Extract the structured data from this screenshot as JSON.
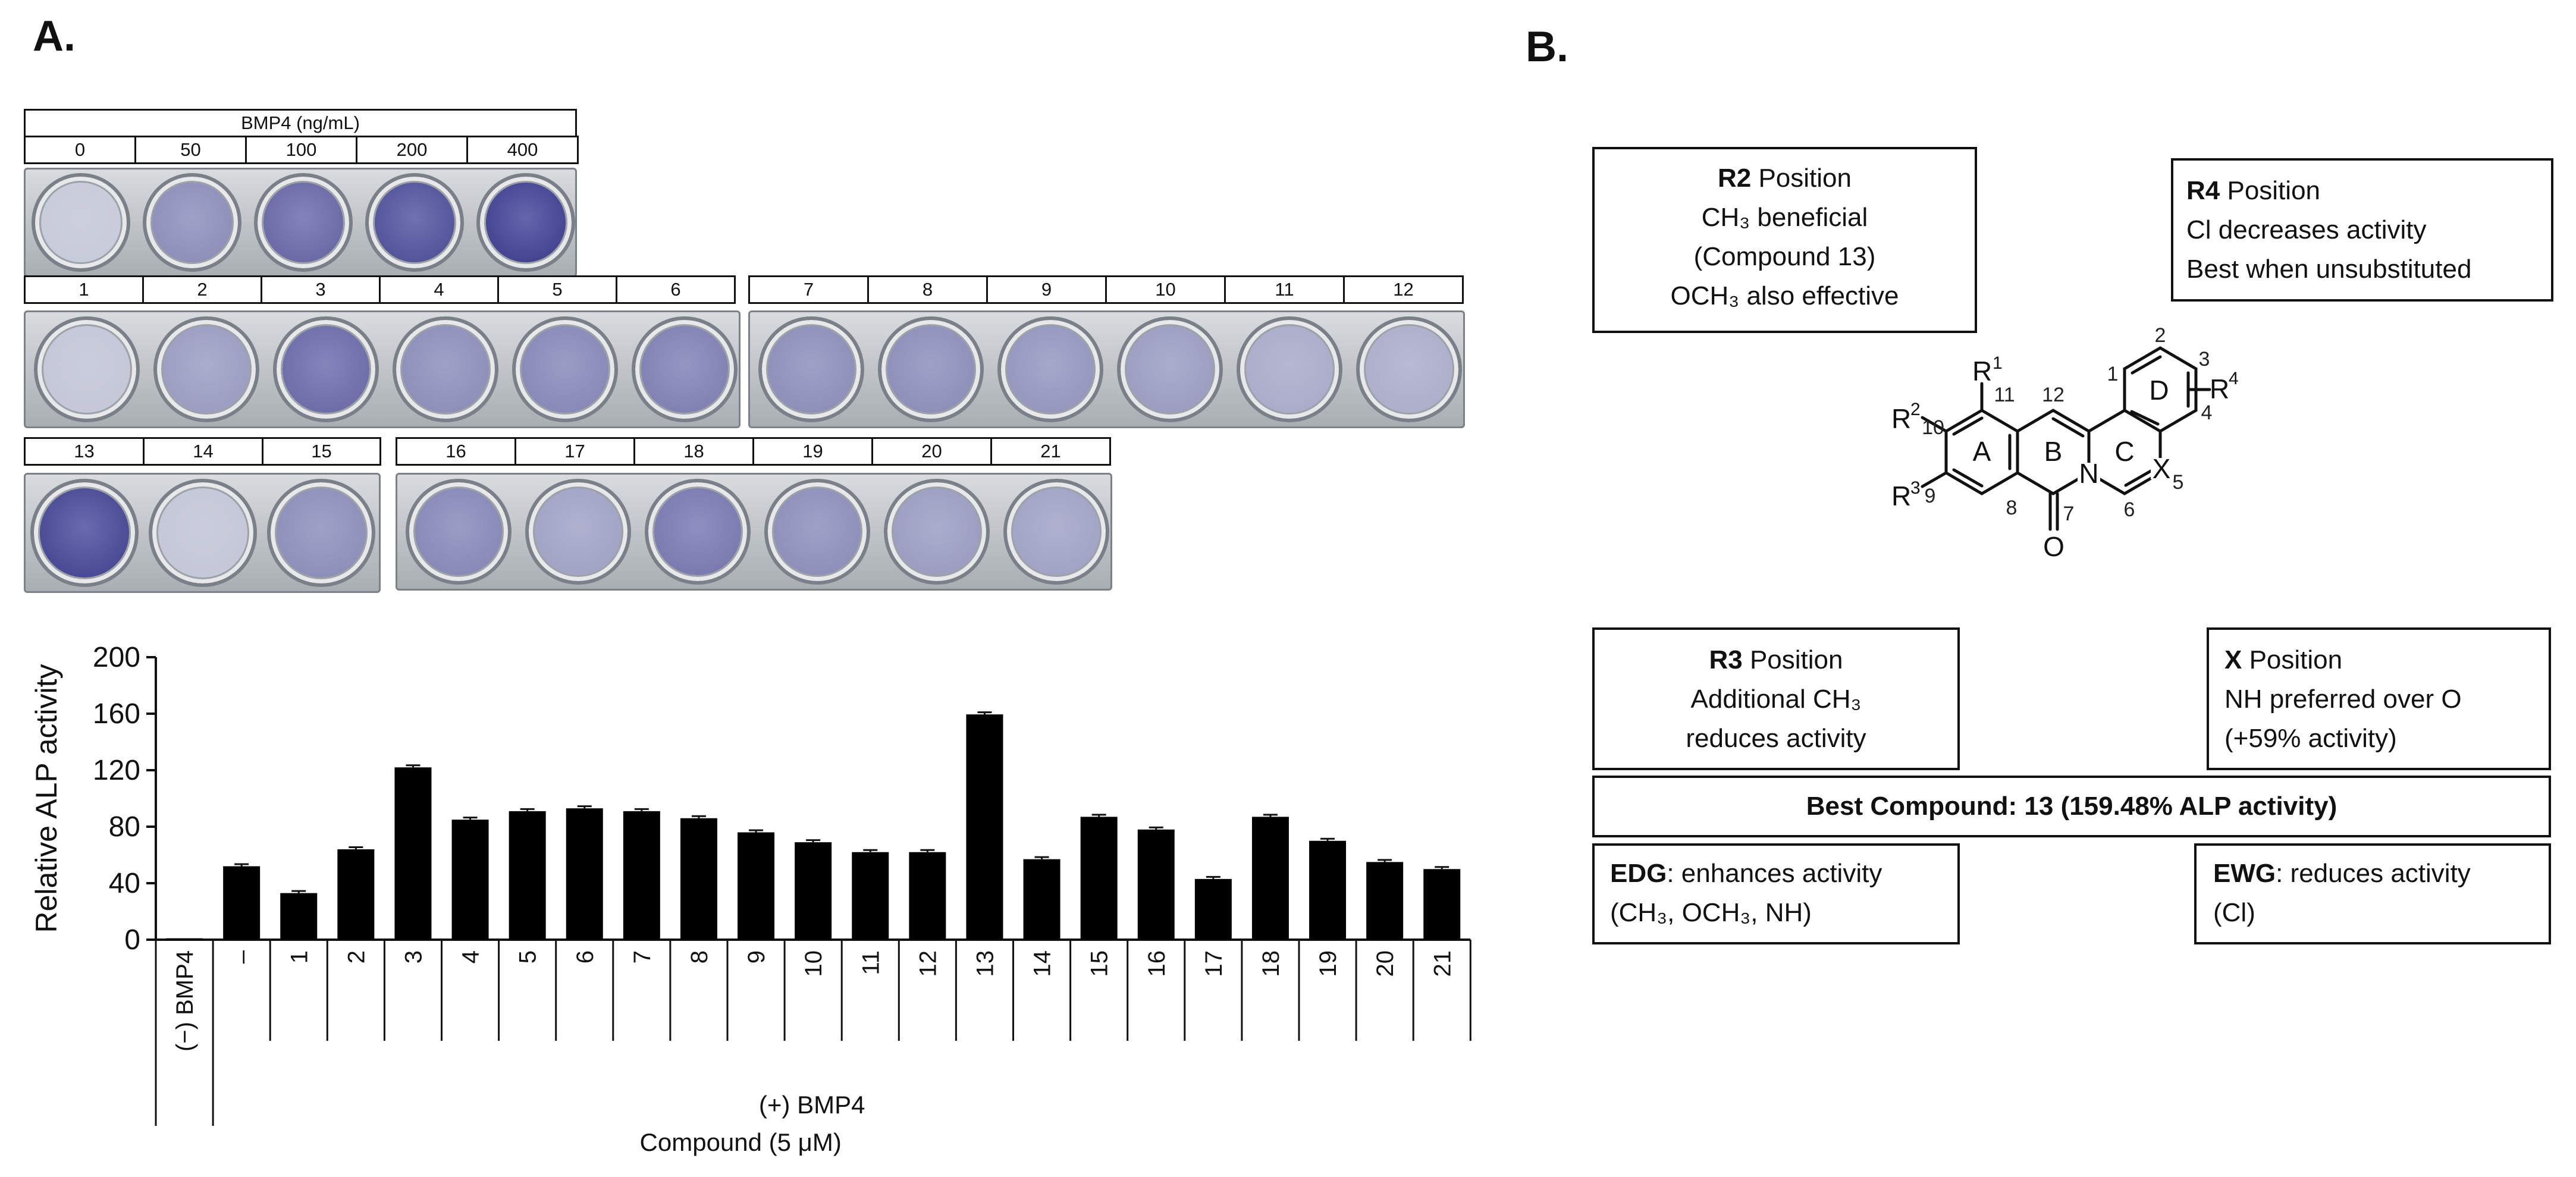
{
  "panel_a": {
    "label": "A.",
    "bmp4_header": "BMP4 (ng/mL)",
    "dose_labels": [
      "0",
      "50",
      "100",
      "200",
      "400"
    ],
    "dose_well_intensity": [
      0.02,
      0.45,
      0.72,
      0.88,
      1.0
    ],
    "row1_labels": [
      "1",
      "2",
      "3",
      "4",
      "5",
      "6"
    ],
    "row1_well_intensity": [
      0.05,
      0.35,
      0.7,
      0.45,
      0.5,
      0.55
    ],
    "row2_labels": [
      "7",
      "8",
      "9",
      "10",
      "11",
      "12"
    ],
    "row2_well_intensity": [
      0.45,
      0.45,
      0.4,
      0.35,
      0.25,
      0.22
    ],
    "row3_labels": [
      "13",
      "14",
      "15"
    ],
    "row3_well_intensity": [
      0.95,
      0.05,
      0.45
    ],
    "row4_labels": [
      "16",
      "17",
      "18",
      "19",
      "20",
      "21"
    ],
    "row4_well_intensity": [
      0.5,
      0.3,
      0.6,
      0.45,
      0.35,
      0.3
    ],
    "well_color": "#4a4aa0",
    "xgroup_plus": "(+) BMP4",
    "xgroup_compound": "Compound  (5 μM)"
  },
  "chart_data": {
    "type": "bar",
    "ylabel": "Relative ALP activity",
    "ylim": [
      0,
      200
    ],
    "yticks": [
      "0",
      "40",
      "80",
      "120",
      "160",
      "200"
    ],
    "categories": [
      "(−) BMP4",
      "–",
      "1",
      "2",
      "3",
      "4",
      "5",
      "6",
      "7",
      "8",
      "9",
      "10",
      "11",
      "12",
      "13",
      "14",
      "15",
      "16",
      "17",
      "18",
      "19",
      "20",
      "21"
    ],
    "values": [
      1,
      52,
      33,
      64,
      122,
      85,
      91,
      93,
      91,
      86,
      76,
      69,
      62,
      62,
      159.5,
      57,
      87,
      78,
      43,
      87,
      70,
      55,
      50
    ],
    "errors": [
      0,
      1.5,
      1.5,
      1.5,
      1.5,
      1.5,
      1.5,
      1.5,
      1.5,
      1.5,
      1.5,
      1.5,
      1.5,
      1.5,
      1.5,
      1.5,
      1.5,
      1.5,
      1.5,
      1.5,
      1.5,
      1.5,
      1.5
    ],
    "bar_color": "#000000",
    "grid": false
  },
  "panel_b": {
    "label": "B.",
    "r2_box": {
      "head": "R2",
      "head_rest": " Position",
      "l1": "CH₃ beneficial",
      "l2": "(Compound 13)",
      "l3": "OCH₃ also effective"
    },
    "r4_box": {
      "head": "R4",
      "head_rest": " Position",
      "l1": "Cl decreases activity",
      "l2": "Best when unsubstituted"
    },
    "r3_box": {
      "head": "R3",
      "head_rest": " Position",
      "l1": "Additional CH₃",
      "l2": "reduces activity"
    },
    "x_box": {
      "head": "X",
      "head_rest": " Position",
      "l1": "NH preferred over O",
      "l2": "(+59% activity)"
    },
    "best_box": {
      "text": "Best Compound:  13 (159.48% ALP activity)"
    },
    "edg_box": {
      "head": "EDG",
      "head_rest": ": enhances activity",
      "l1": "(CH₃, OCH₃, NH)"
    },
    "ewg_box": {
      "head": "EWG",
      "head_rest": ": reduces activity",
      "l1": "(Cl)"
    },
    "structure": {
      "r1": "R",
      "r1_sup": "1",
      "r2": "R",
      "r2_sup": "2",
      "r3": "R",
      "r3_sup": "3",
      "r4": "R",
      "r4_sup": "4",
      "ring_a": "A",
      "ring_b": "B",
      "ring_c": "C",
      "ring_d": "D",
      "n": "N",
      "x": "X",
      "o": "O",
      "num_1": "1",
      "num_2": "2",
      "num_3": "3",
      "num_4": "4",
      "num_5": "5",
      "num_6": "6",
      "num_7": "7",
      "num_8": "8",
      "num_9": "9",
      "num_10": "10",
      "num_11": "11",
      "num_12": "12"
    }
  }
}
